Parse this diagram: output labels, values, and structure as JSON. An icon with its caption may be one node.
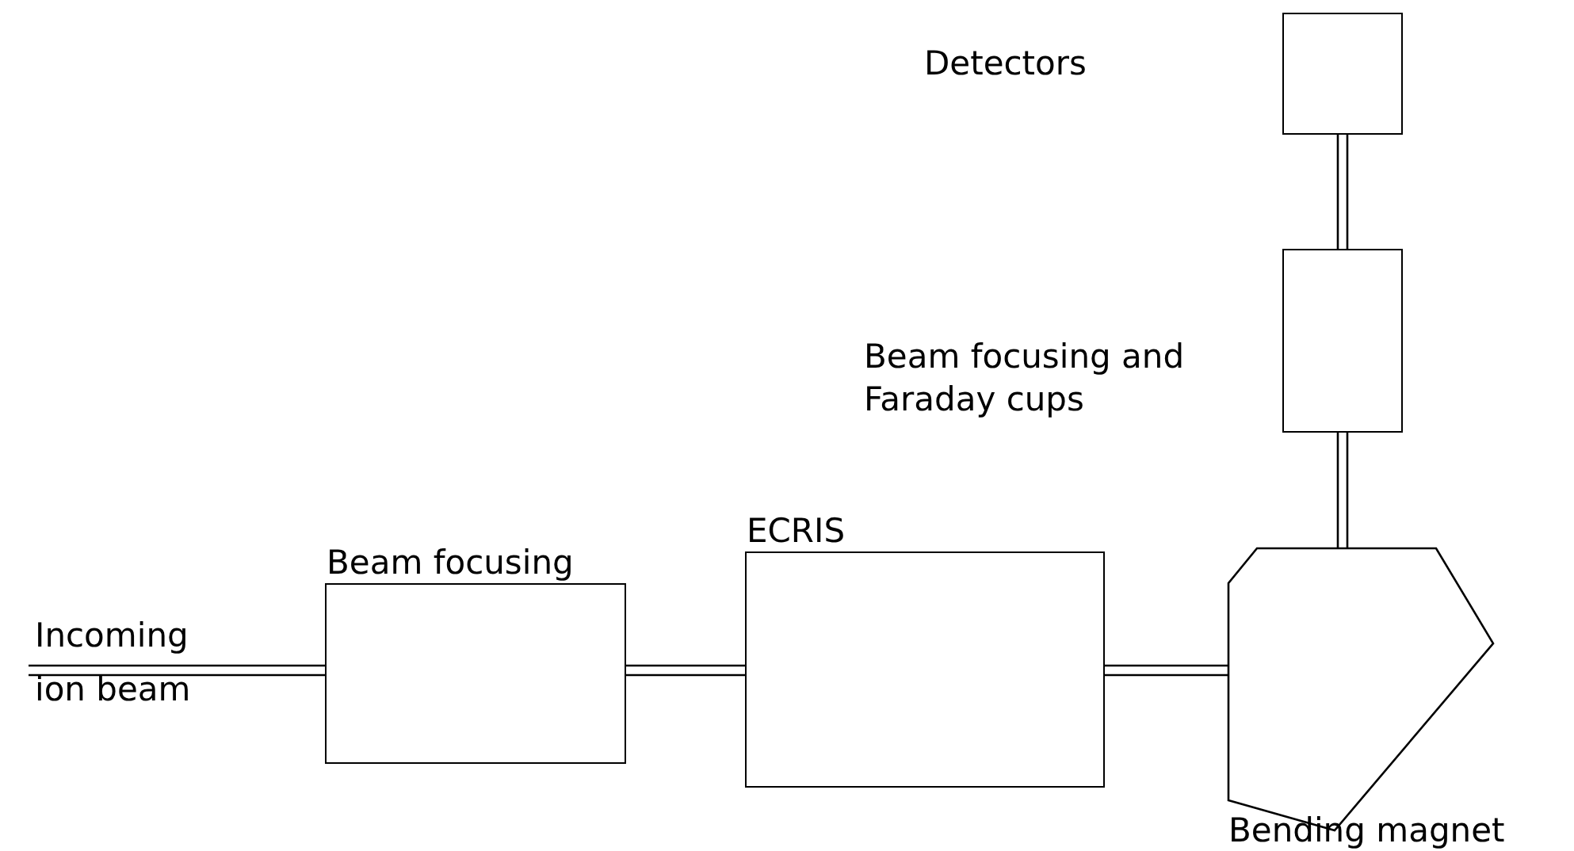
{
  "diagram": {
    "nodes": [
      {
        "text": [
          "Incoming ion beam"
        ]
      },
      {
        "text": [
          "Beam focusing"
        ]
      },
      {
        "text": [
          "ECRIS"
        ]
      },
      {
        "text": [
          "Bending magnet"
        ]
      },
      {
        "text": [],
        "shape": "box"
      },
      {
        "text": [],
        "shape": "box"
      }
    ],
    "edges": [
      {
        "from": 0,
        "to": 1,
        "arrow": "none"
      },
      {
        "from": 1,
        "to": 2,
        "arrow": "none"
      },
      {
        "from": 2,
        "to": 3,
        "arrow": "none"
      },
      {
        "from": 3,
        "to": 5,
        "arrow": "none"
      },
      {
        "from": 5,
        "to": 4,
        "arrow": "none"
      }
    ],
    "labels": [
      "Detectors",
      "Beam focusing and Faraday cups"
    ]
  }
}
